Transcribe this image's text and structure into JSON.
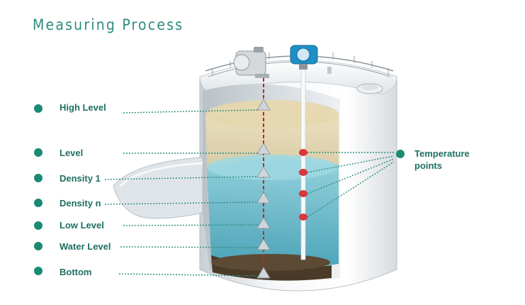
{
  "title": "Measuring Process",
  "labels": [
    {
      "id": "high-level",
      "text": "High Level"
    },
    {
      "id": "level",
      "text": "Level"
    },
    {
      "id": "density-1",
      "text": "Density 1"
    },
    {
      "id": "density-n",
      "text": "Density n"
    },
    {
      "id": "low-level",
      "text": "Low Level"
    },
    {
      "id": "water-level",
      "text": "Water Level"
    },
    {
      "id": "bottom",
      "text": "Bottom"
    }
  ],
  "temperature": {
    "line1": "Temperature",
    "line2": "points"
  },
  "colors": {
    "accent": "#1a8a74",
    "label_text": "#1f6f62",
    "product": "#e9dcb7",
    "water": "#6bbfd0",
    "sediment": "#4a3a28",
    "temp_sensor": "#d9363e"
  }
}
